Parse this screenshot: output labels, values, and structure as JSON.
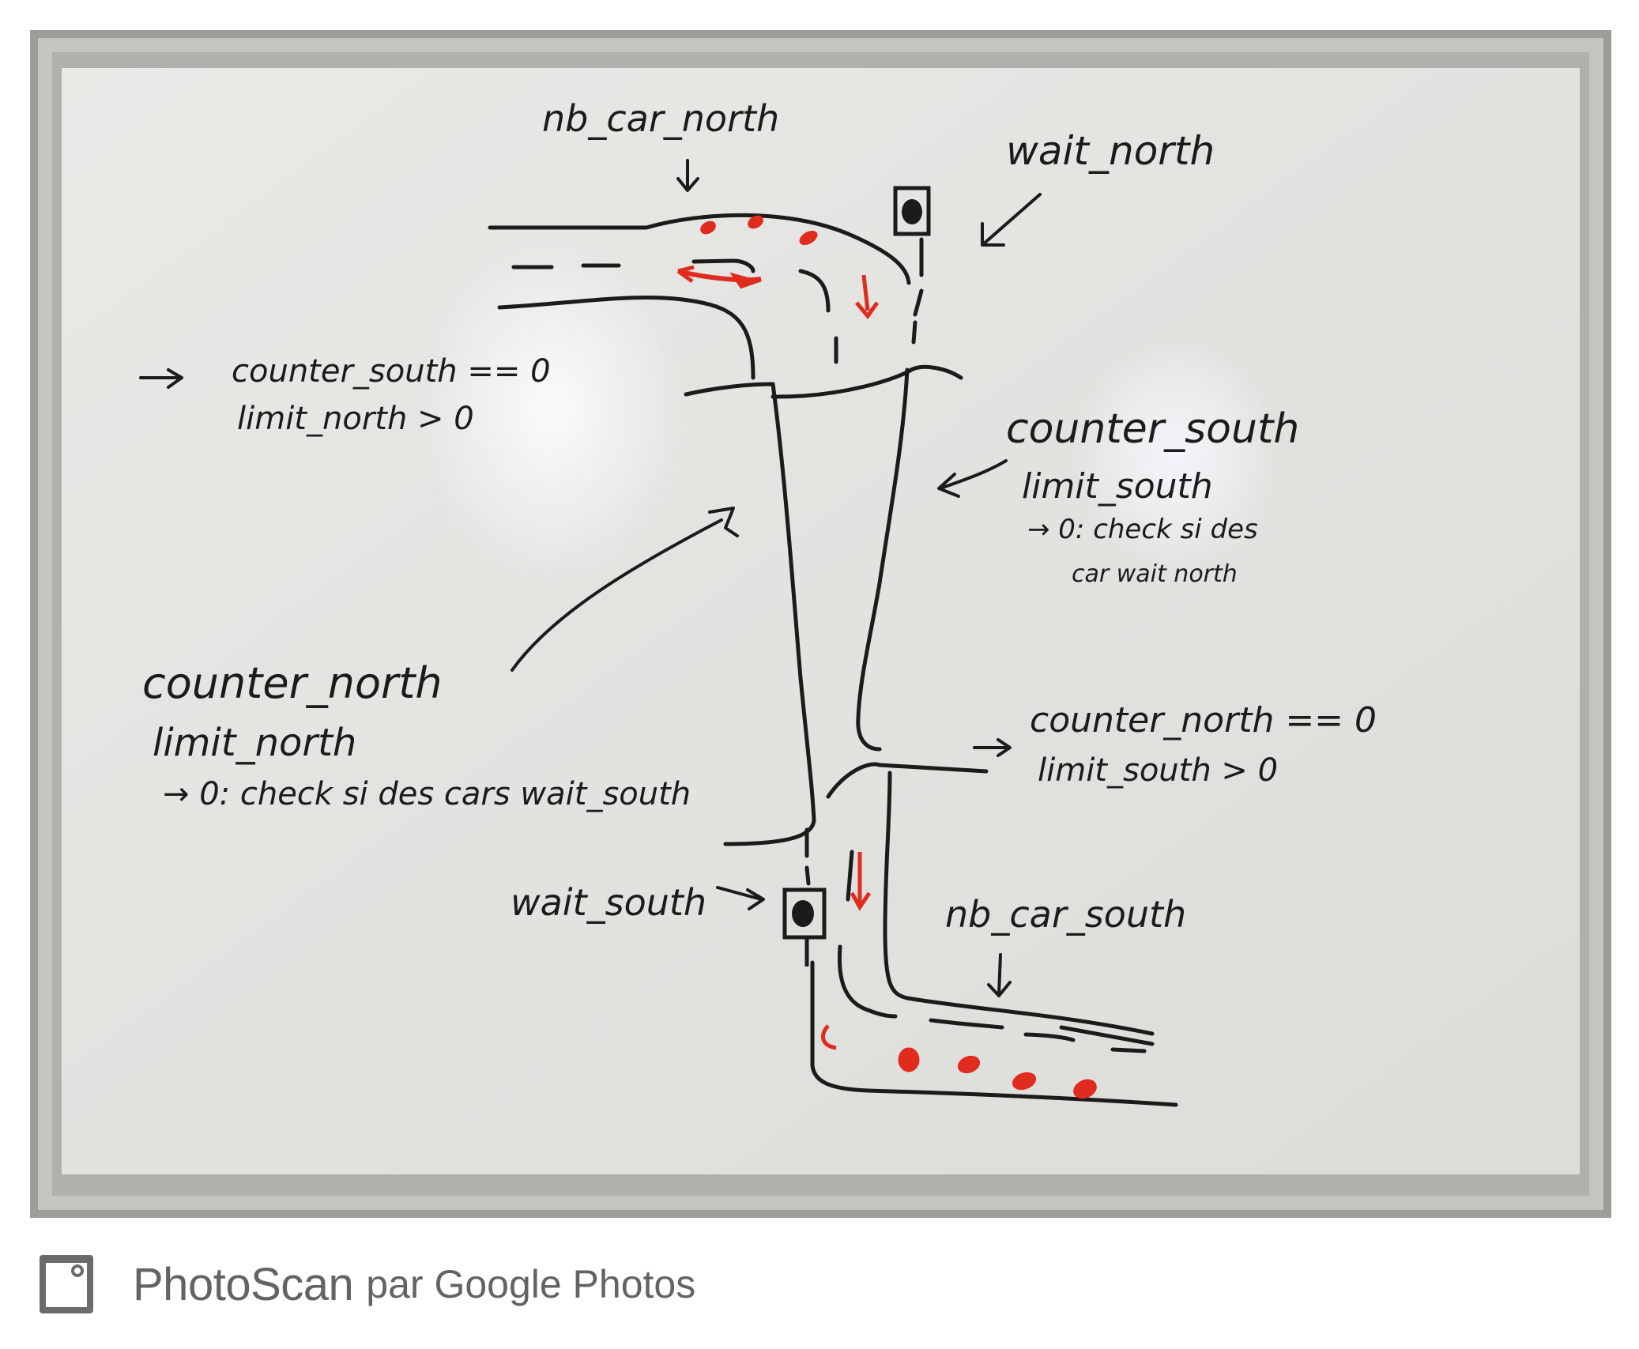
{
  "whiteboard": {
    "labels": {
      "nb_car_north": "nb_car_north",
      "wait_north": "wait_north",
      "counter_south_cond": "counter_south == 0",
      "limit_north_cond": "limit_north > 0",
      "counter_south": "counter_south",
      "limit_south": "limit_south",
      "check_north": "→ 0: check si des",
      "check_north_2": "car wait north",
      "counter_north": "counter_north",
      "limit_north": "limit_north",
      "check_south": "→ 0: check si des cars wait_south",
      "counter_north_cond": "counter_north == 0",
      "limit_south_cond": "limit_south > 0",
      "wait_south": "wait_south",
      "nb_car_south": "nb_car_south"
    },
    "colors": {
      "board": "#e6e6e3",
      "frame": "#a9a9a6",
      "ink": "#1b1b1b",
      "red_marker": "#e02b1f"
    },
    "icons": {
      "traffic_light_north": "traffic-light-icon",
      "traffic_light_south": "traffic-light-icon"
    }
  },
  "watermark": {
    "icon": "photoscan-icon",
    "brand": "PhotoScan",
    "suffix": "par Google Photos"
  }
}
